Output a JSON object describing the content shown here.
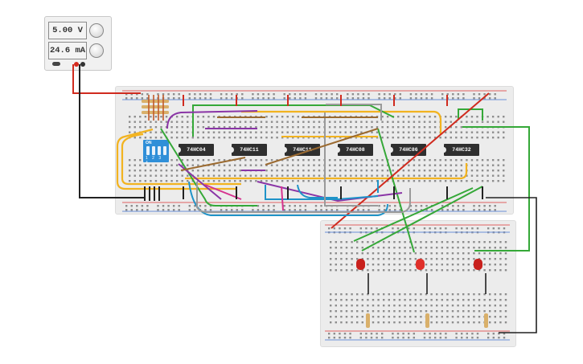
{
  "power_supply": {
    "voltage": "5.00 V",
    "current": "24.6 mA",
    "icons": [
      "voltage-knob-icon",
      "current-knob-icon",
      "power-toggle-icon"
    ]
  },
  "chips": [
    "74HC04",
    "74HC11",
    "74HC11",
    "74HC08",
    "74HC86",
    "74HC32"
  ],
  "dip_switch": {
    "label": "ON",
    "numbers": "1 2 3 4"
  },
  "colors": {
    "breadboard": "#ececec",
    "chip": "#2f2f2f",
    "dip_switch": "#2f8fd8",
    "led": "#c8201c",
    "wire_red": "#d02a1e",
    "wire_black": "#222222",
    "wire_green": "#35a838",
    "wire_orange": "#f2b320",
    "wire_purple": "#8a35a6",
    "wire_blue": "#1f93c8",
    "wire_gray": "#9a9a9a",
    "wire_brown": "#9b6a30",
    "wire_pink": "#d6338f"
  }
}
